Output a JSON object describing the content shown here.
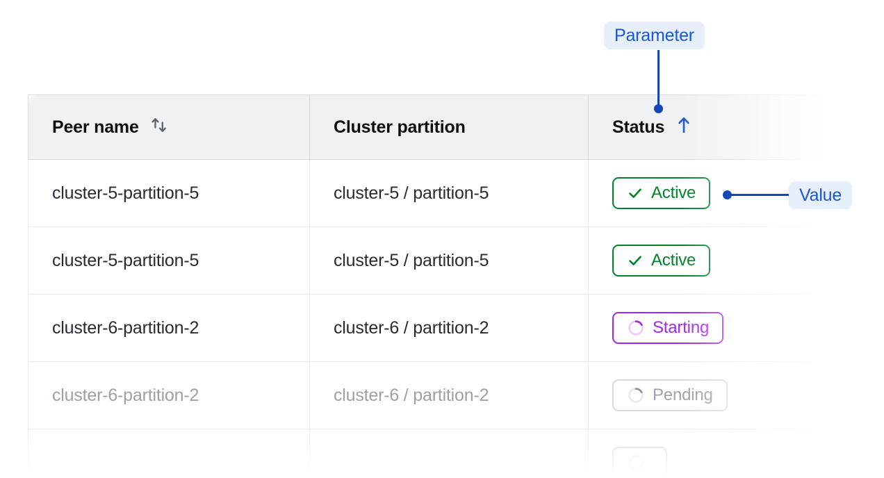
{
  "table": {
    "columns": [
      {
        "key": "peer_name",
        "label": "Peer name",
        "sort_icon": "sort-updown-icon",
        "sorted": false
      },
      {
        "key": "cluster_partition",
        "label": "Cluster partition",
        "sort_icon": null,
        "sorted": false
      },
      {
        "key": "status",
        "label": "Status",
        "sort_icon": "sort-arrow-up-icon",
        "sorted": true,
        "sort_direction": "ascending"
      }
    ],
    "rows": [
      {
        "peer_name": "cluster-5-partition-5",
        "cluster_partition": "cluster-5 / partition-5",
        "status": {
          "label": "Active",
          "icon": "check-icon",
          "variant": "active"
        },
        "dimmed": false
      },
      {
        "peer_name": "cluster-5-partition-5",
        "cluster_partition": "cluster-5 / partition-5",
        "status": {
          "label": "Active",
          "icon": "check-icon",
          "variant": "active"
        },
        "dimmed": false
      },
      {
        "peer_name": "cluster-6-partition-2",
        "cluster_partition": "cluster-6 / partition-2",
        "status": {
          "label": "Starting",
          "icon": "spinner-icon",
          "variant": "starting"
        },
        "dimmed": false
      },
      {
        "peer_name": "cluster-6-partition-2",
        "cluster_partition": "cluster-6 / partition-2",
        "status": {
          "label": "Pending",
          "icon": "spinner-icon",
          "variant": "pending"
        },
        "dimmed": true
      }
    ]
  },
  "annotations": {
    "parameter": {
      "label": "Parameter",
      "target": "status-column-header"
    },
    "value": {
      "label": "Value",
      "target": "status-badge-row-1"
    }
  },
  "colors": {
    "annotation_text": "#1857d6",
    "annotation_bg": "#e8effc",
    "annotation_line": "#1347b8",
    "status_active": "#00802b",
    "status_starting": "#a327e8",
    "status_pending": "#9ca1a9",
    "header_bg": "#f0f1f3",
    "text_primary": "#262b33",
    "text_dimmed": "#9ca1a9",
    "border": "#e7e8ea",
    "sort_icon_inactive": "#5c6370",
    "sort_icon_active": "#1857d6"
  }
}
